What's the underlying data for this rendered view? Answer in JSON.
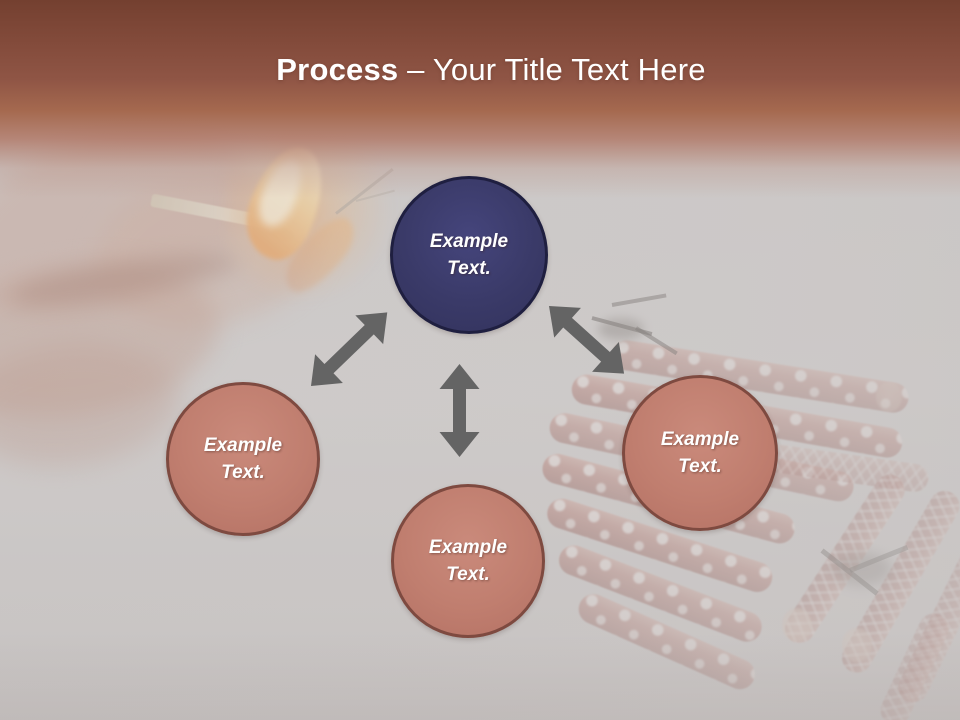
{
  "slide": {
    "title_bold": "Process",
    "title_rest": "– Your Title Text Here"
  },
  "diagram": {
    "nodes": [
      {
        "position": "top",
        "line1": "Example",
        "line2": "Text.",
        "fill": "#3A3A68",
        "border": "#1F1F40"
      },
      {
        "position": "left",
        "line1": "Example",
        "line2": "Text.",
        "fill": "#C07E6F",
        "border": "#7E4A40"
      },
      {
        "position": "bottom",
        "line1": "Example",
        "line2": "Text.",
        "fill": "#C07E6F",
        "border": "#7E4A40"
      },
      {
        "position": "right",
        "line1": "Example",
        "line2": "Text.",
        "fill": "#C07E6F",
        "border": "#7E4A40"
      }
    ],
    "arrows": [
      {
        "name": "double-arrow-top-to-left"
      },
      {
        "name": "double-arrow-top-to-bottom"
      },
      {
        "name": "double-arrow-top-to-right"
      }
    ],
    "arrow_color": "#646464"
  },
  "colors": {
    "header_top": "#744030",
    "header_mid": "#A5694F",
    "canvas": "#CBC8C7",
    "title_text": "#FFFFFF",
    "node_text": "#FFFFFF"
  }
}
